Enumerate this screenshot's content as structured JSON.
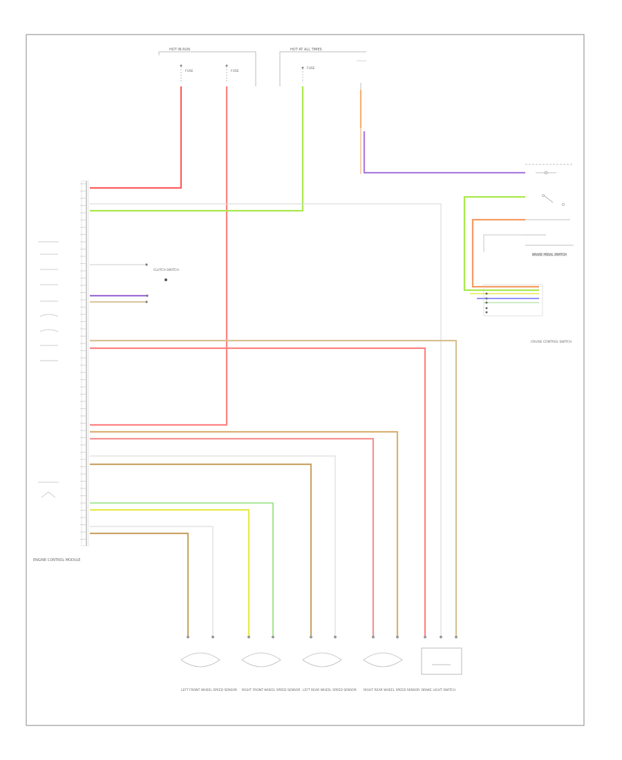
{
  "header": {
    "hot_run_label": "HOT IN RUN",
    "hot_at_all_times_label": "HOT AT ALL TIMES",
    "fuse_a": "FUSE",
    "fuse_b": "FUSE",
    "fuse_c": "FUSE"
  },
  "components": {
    "engine_control_module": "ENGINE CONTROL MODULE",
    "brake_pedal_switch": "BRAKE PEDAL SWITCH",
    "cruise_control_switch": "CRUISE CONTROL SWITCH",
    "clutch_switch": "CLUTCH SWITCH",
    "left_front_wheel_speed_sensor": "LEFT FRONT WHEEL SPEED SENSOR",
    "right_front_wheel_speed_sensor": "RIGHT FRONT WHEEL SPEED SENSOR",
    "left_rear_wheel_speed_sensor": "LEFT REAR WHEEL SPEED SENSOR",
    "right_rear_wheel_speed_sensor": "RIGHT REAR WHEEL SPEED SENSOR",
    "brake_light_switch": "BRAKE LIGHT SWITCH"
  },
  "wire_colors": {
    "red": "#ff5a5a",
    "green_yellow": "#a8e84a",
    "orange": "#f5b070",
    "violet": "#9b6bd6",
    "yellow": "#e8e84a",
    "tan": "#c8a464",
    "pink": "#f07a7a",
    "light_green": "#8ee07a",
    "gray": "#d8d8d8",
    "blue": "#6a6aff"
  },
  "footer": {
    "figure_code": ""
  }
}
